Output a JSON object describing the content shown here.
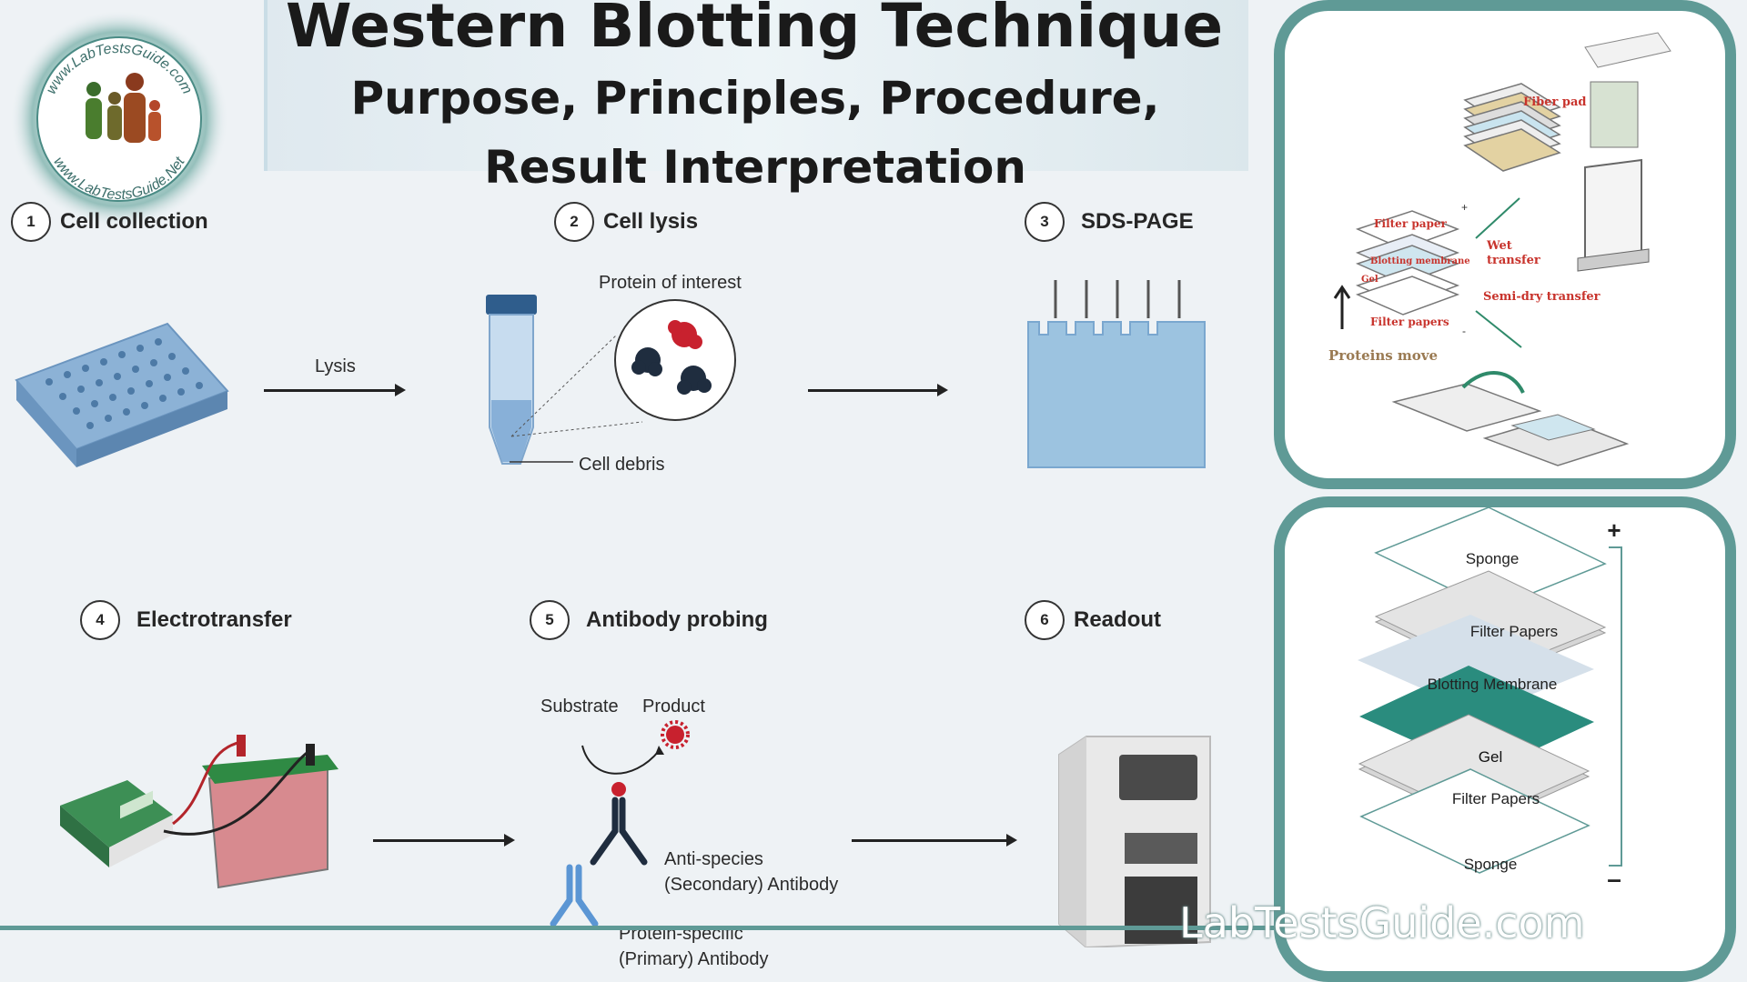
{
  "title": "Western Blotting Technique",
  "subtitle": "Purpose, Principles, Procedure, Result Interpretation",
  "logo_text": [
    "www.LabTestsGuide.com",
    "www.LabTestsGuide.Net"
  ],
  "steps": [
    {
      "num": "1",
      "label": "Cell collection"
    },
    {
      "num": "2",
      "label": "Cell lysis"
    },
    {
      "num": "3",
      "label": "SDS-PAGE"
    },
    {
      "num": "4",
      "label": "Electrotransfer"
    },
    {
      "num": "5",
      "label": "Antibody probing"
    },
    {
      "num": "6",
      "label": "Readout"
    }
  ],
  "labels": {
    "lysis": "Lysis",
    "protein_of_interest": "Protein of interest",
    "cell_debris": "Cell debris",
    "substrate": "Substrate",
    "product": "Product",
    "anti_species_1": "Anti-species",
    "anti_species_2": "(Secondary) Antibody",
    "protein_specific_1": "Protein-specific",
    "protein_specific_2": "(Primary) Antibody"
  },
  "top_panel": {
    "fiber_pad": "Fiber pad",
    "filter_paper": "Filter paper",
    "blotting_membrane": "Blotting membrane",
    "gel": "Gel",
    "filter_papers": "Filter papers",
    "wet_transfer_1": "Wet",
    "wet_transfer_2": "transfer",
    "semi_dry": "Semi-dry transfer",
    "proteins_move": "Proteins move",
    "plus": "+",
    "minus": "-"
  },
  "stack_panel": {
    "layers": [
      "Sponge",
      "Filter Papers",
      "Blotting Membrane",
      "Gel",
      "Filter Papers",
      "Sponge"
    ],
    "plus": "+",
    "minus": "–"
  },
  "watermark": "LabTestsGuide.com",
  "colors": {
    "accent": "#5f9a96",
    "gel": "#2a8c7e",
    "membrane": "#d5e0ea"
  }
}
